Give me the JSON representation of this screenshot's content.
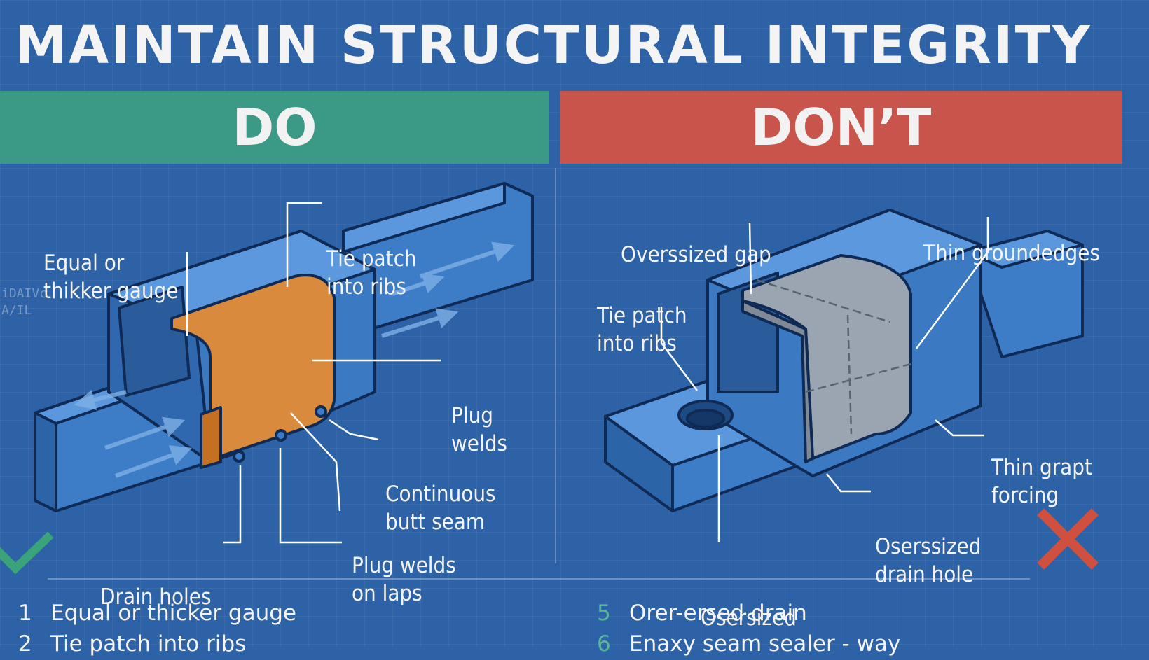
{
  "title": "MAINTAIN STRUCTURAL INTEGRITY",
  "do": {
    "heading": "DO",
    "labels": {
      "gauge": [
        "Equal or",
        "thikker gauge"
      ],
      "tie": [
        "Tie patch",
        "into ribs"
      ],
      "plug": [
        "Plug",
        "welds"
      ],
      "seam": [
        "Continuous",
        "butt seam"
      ],
      "laps": [
        "Plug welds",
        "on laps"
      ],
      "drain": [
        "Drain holes"
      ]
    },
    "faint_text": [
      "iDAIVc",
      "A/IL"
    ]
  },
  "dont": {
    "heading": "DON’T",
    "labels": {
      "gap": [
        "Overssized gap"
      ],
      "edges": [
        "Thin groundedges"
      ],
      "tie": [
        "Tie patch",
        "into ribs"
      ],
      "grapt": [
        "Thin grapt",
        "forcing"
      ],
      "drainhole": [
        "Oserssized",
        "drain hole"
      ],
      "oversized": [
        "Osersized"
      ]
    }
  },
  "list": [
    {
      "num": "1",
      "text": "Equal or thicker gauge"
    },
    {
      "num": "2",
      "text": "Tie patch into ribs"
    },
    {
      "num": "5",
      "text": "Orer-ersed drain"
    },
    {
      "num": "6",
      "text": "Enaxy seam sealer - way"
    }
  ],
  "colors": {
    "background": "#2d62a6",
    "do": "#3a9a86",
    "dont": "#c9544b",
    "patch": "#d98a3c",
    "bad_patch": "#9aa5b1"
  },
  "icons": [
    "check-icon",
    "cross-icon"
  ]
}
